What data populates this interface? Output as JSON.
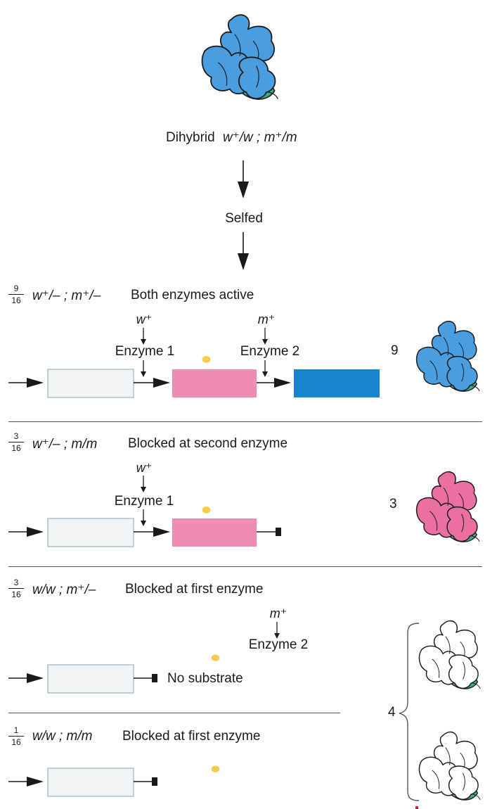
{
  "top": {
    "parent_label": "Dihybrid",
    "parent_genotype": "w⁺/w ; m⁺/m",
    "step_label": "Selfed"
  },
  "rows": [
    {
      "fraction_num": "9",
      "fraction_den": "16",
      "genotype": "w⁺/– ; m⁺/–",
      "description": "Both enzymes active",
      "count": "9"
    },
    {
      "fraction_num": "3",
      "fraction_den": "16",
      "genotype": "w⁺/– ; m/m",
      "description": "Blocked at second enzyme",
      "count": "3"
    },
    {
      "fraction_num": "3",
      "fraction_den": "16",
      "genotype": "w/w ; m⁺/–",
      "description": "Blocked at first enzyme"
    },
    {
      "fraction_num": "1",
      "fraction_den": "16",
      "genotype": "w/w ; m/m",
      "description": "Blocked at first enzyme"
    }
  ],
  "white_count": "4",
  "labels": {
    "gene_w": "w⁺",
    "gene_m": "m⁺",
    "enzyme1": "Enzyme 1",
    "enzyme2": "Enzyme 2",
    "no_substrate": "No substrate"
  },
  "colors": {
    "blue_flower": "#4a9ee0",
    "pink_flower": "#ec6fa2",
    "white_flower": "#ffffff",
    "box_colorless": "#f1f3f5",
    "box_pink": "#f08cb4",
    "box_blue": "#1784cf",
    "leaf_green": "#3fae7e",
    "center_yellow": "#f6cc4c"
  }
}
